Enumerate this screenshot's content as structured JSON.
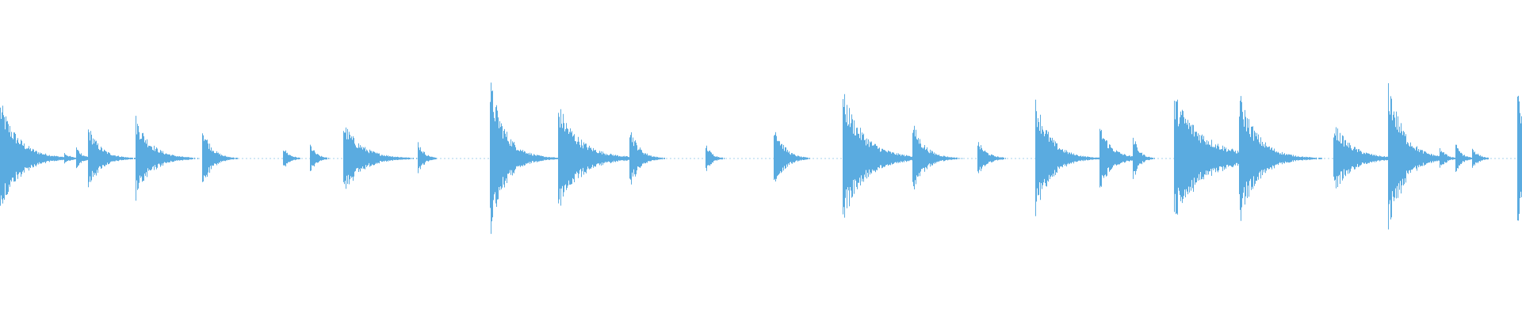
{
  "waveform": {
    "color": "#5aabe0",
    "baseline_color": "#5aabe0",
    "background": "#ffffff",
    "duration_fraction_note": "",
    "transients": [
      {
        "t": 0.0,
        "amp": 0.38,
        "decay": 0.012
      },
      {
        "t": 0.042,
        "amp": 0.04,
        "decay": 0.004
      },
      {
        "t": 0.05,
        "amp": 0.08,
        "decay": 0.004
      },
      {
        "t": 0.058,
        "amp": 0.22,
        "decay": 0.008
      },
      {
        "t": 0.063,
        "amp": 0.1,
        "decay": 0.004
      },
      {
        "t": 0.089,
        "amp": 0.28,
        "decay": 0.01
      },
      {
        "t": 0.133,
        "amp": 0.22,
        "decay": 0.006
      },
      {
        "t": 0.186,
        "amp": 0.08,
        "decay": 0.004
      },
      {
        "t": 0.204,
        "amp": 0.1,
        "decay": 0.004
      },
      {
        "t": 0.226,
        "amp": 0.24,
        "decay": 0.012
      },
      {
        "t": 0.275,
        "amp": 0.12,
        "decay": 0.004
      },
      {
        "t": 0.322,
        "amp": 0.52,
        "decay": 0.01
      },
      {
        "t": 0.346,
        "amp": 0.04,
        "decay": 0.003
      },
      {
        "t": 0.367,
        "amp": 0.36,
        "decay": 0.014
      },
      {
        "t": 0.414,
        "amp": 0.22,
        "decay": 0.006
      },
      {
        "t": 0.464,
        "amp": 0.1,
        "decay": 0.004
      },
      {
        "t": 0.509,
        "amp": 0.26,
        "decay": 0.006
      },
      {
        "t": 0.554,
        "amp": 0.44,
        "decay": 0.014
      },
      {
        "t": 0.6,
        "amp": 0.24,
        "decay": 0.008
      },
      {
        "t": 0.643,
        "amp": 0.12,
        "decay": 0.006
      },
      {
        "t": 0.681,
        "amp": 0.4,
        "decay": 0.01
      },
      {
        "t": 0.706,
        "amp": 0.04,
        "decay": 0.003
      },
      {
        "t": 0.723,
        "amp": 0.22,
        "decay": 0.008
      },
      {
        "t": 0.745,
        "amp": 0.16,
        "decay": 0.004
      },
      {
        "t": 0.772,
        "amp": 0.42,
        "decay": 0.02
      },
      {
        "t": 0.815,
        "amp": 0.44,
        "decay": 0.012
      },
      {
        "t": 0.877,
        "amp": 0.24,
        "decay": 0.012
      },
      {
        "t": 0.913,
        "amp": 0.52,
        "decay": 0.01
      },
      {
        "t": 0.947,
        "amp": 0.08,
        "decay": 0.004
      },
      {
        "t": 0.957,
        "amp": 0.1,
        "decay": 0.004
      },
      {
        "t": 0.968,
        "amp": 0.08,
        "decay": 0.004
      },
      {
        "t": 0.998,
        "amp": 0.44,
        "decay": 0.006
      }
    ]
  }
}
